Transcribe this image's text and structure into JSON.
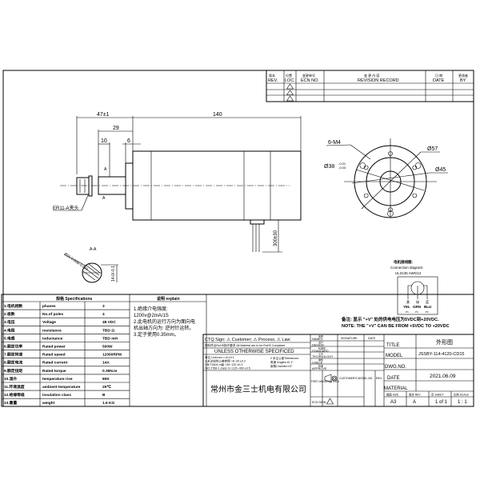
{
  "revision_table": {
    "headers": [
      "REV.",
      "LOC.",
      "ECN NO.",
      "REVISION RECORD",
      "DATE",
      "BY"
    ],
    "headers_cn": [
      "版本",
      "位置",
      "变更单号",
      "变 更 内 容",
      "日 期",
      "更改者"
    ],
    "rows": 3
  },
  "side_view": {
    "dim_overall_front": "47±1",
    "dim_body": "140",
    "dim_shaft": "29",
    "dim_collet": "10",
    "dim_flange": "6",
    "section_mark": "A",
    "collet_label": "ER11-A夹头",
    "cable_length": "300±30"
  },
  "section_view": {
    "title": "A-A",
    "diameter": "Ø15-0.008/-0.021",
    "flat": "14-0/-0.1"
  },
  "front_view": {
    "holes": "6-M4",
    "pilot": "Ø38",
    "pilot_tol_upper": "-0.01",
    "pilot_tol_lower": "-0.03",
    "outer": "Ø57",
    "bolt_circle": "Ø45"
  },
  "connection": {
    "title_cn": "电机接线图:",
    "title_en": "Connection diagram:",
    "wire": "UL3135 AWG12",
    "leads": [
      "YEL",
      "GRN",
      "BLU"
    ],
    "leads_cn": [
      "黄",
      "绿",
      "蓝"
    ],
    "phase": "Ph"
  },
  "note": {
    "cn": "备注: 显示 \"+V\" 处的供电电压为5VDC到+20VDC.",
    "en": "NOTE: THE \"+V\" CAN BE FROM +5VDC TO +20VDC"
  },
  "specs": {
    "header": "规格 Specifications",
    "explain_header": "说明 explain",
    "rows": [
      [
        "1.电机相数",
        "phases",
        "3"
      ],
      [
        "2.极数",
        "No.of poles",
        "4"
      ],
      [
        "3.电压",
        "Voltage",
        "48 VDC"
      ],
      [
        "4.电阻",
        "resistance",
        "TBD Ω"
      ],
      [
        "5.电感",
        "inductance",
        "TBD mH"
      ],
      [
        "6.额定功率",
        "Rated power",
        "500W"
      ],
      [
        "7.额定转速",
        "Rated speed",
        "12000RPM"
      ],
      [
        "8.额定电流",
        "Rated current",
        "14A"
      ],
      [
        "9.额定扭矩",
        "Rated torque",
        "0.39N.m"
      ],
      [
        "10.温升",
        "temperature rise",
        "80K"
      ],
      [
        "11.环境温度",
        "ambient temperature",
        "25℃"
      ],
      [
        "12.绝缘等级",
        "insulation class",
        "B"
      ],
      [
        "13.重量",
        "weight",
        "1.6 KG"
      ]
    ],
    "explain": [
      "1.绝缘介电强度:",
      "1200v@2mA/1S",
      "2.此电机的运行方向为面向电",
      "机出轴方向为: 逆时针运转。",
      "3.定子使用0.35mm。"
    ]
  },
  "title_block": {
    "ctq": "CTQ Sign: ⚠ Customer; ⚠ Process; ⚠ Law",
    "rohs": "物料符合RoHS指令要求 All Material are to be RoHS Compliant",
    "unless": "UNLESS OTHERWISE SPECIFICED",
    "tol_left": [
      "单位 Unit:mm      <=6    ±0.1",
      "1.未注线性公差参照  >6~30   ±0.2",
      "GB/T1804-m级     >30~120  ±0.3",
      "ISO 2768-1 class m  >120~400 ±0.5"
    ],
    "tol_right": [
      "2.未注公差Tolerances:",
      "角度 Angles:±0.1°",
      "倒角Chamfer:±3°"
    ],
    "company": "常州市金三士机电有限公司",
    "roles": [
      "NAMES",
      "DESIGN",
      "STANDARD",
      "TECHNOLOGY",
      "CHECK",
      "APPROVE"
    ],
    "roles_cn": [
      "名称",
      "设计",
      "标准化",
      "工艺",
      "审核",
      "批准"
    ],
    "signature": "SIGNATURE",
    "date_col": "DATE",
    "first_angle": "FIRST ANGLE METHOD",
    "ecn_sign": "ECN SIGN",
    "customer_model": "CUSTOMER'S MODEL.NO.",
    "rev": "REV.",
    "title_label": "TITLE",
    "title_value": "外形图",
    "model_label": "MODEL",
    "model_value": "JSSBY-114-4120-CD15",
    "dwg_label": "DWG.NO.",
    "date_label": "DATE",
    "date_value": "2021.06.09",
    "material_label": "MATERIAL",
    "size_headers": [
      "幅面 SIZE",
      "版本 REV",
      "页 SHEET",
      "比例 SCALE"
    ],
    "size_values": [
      "A3",
      "A",
      "1 of 1",
      "1 : 1"
    ]
  }
}
